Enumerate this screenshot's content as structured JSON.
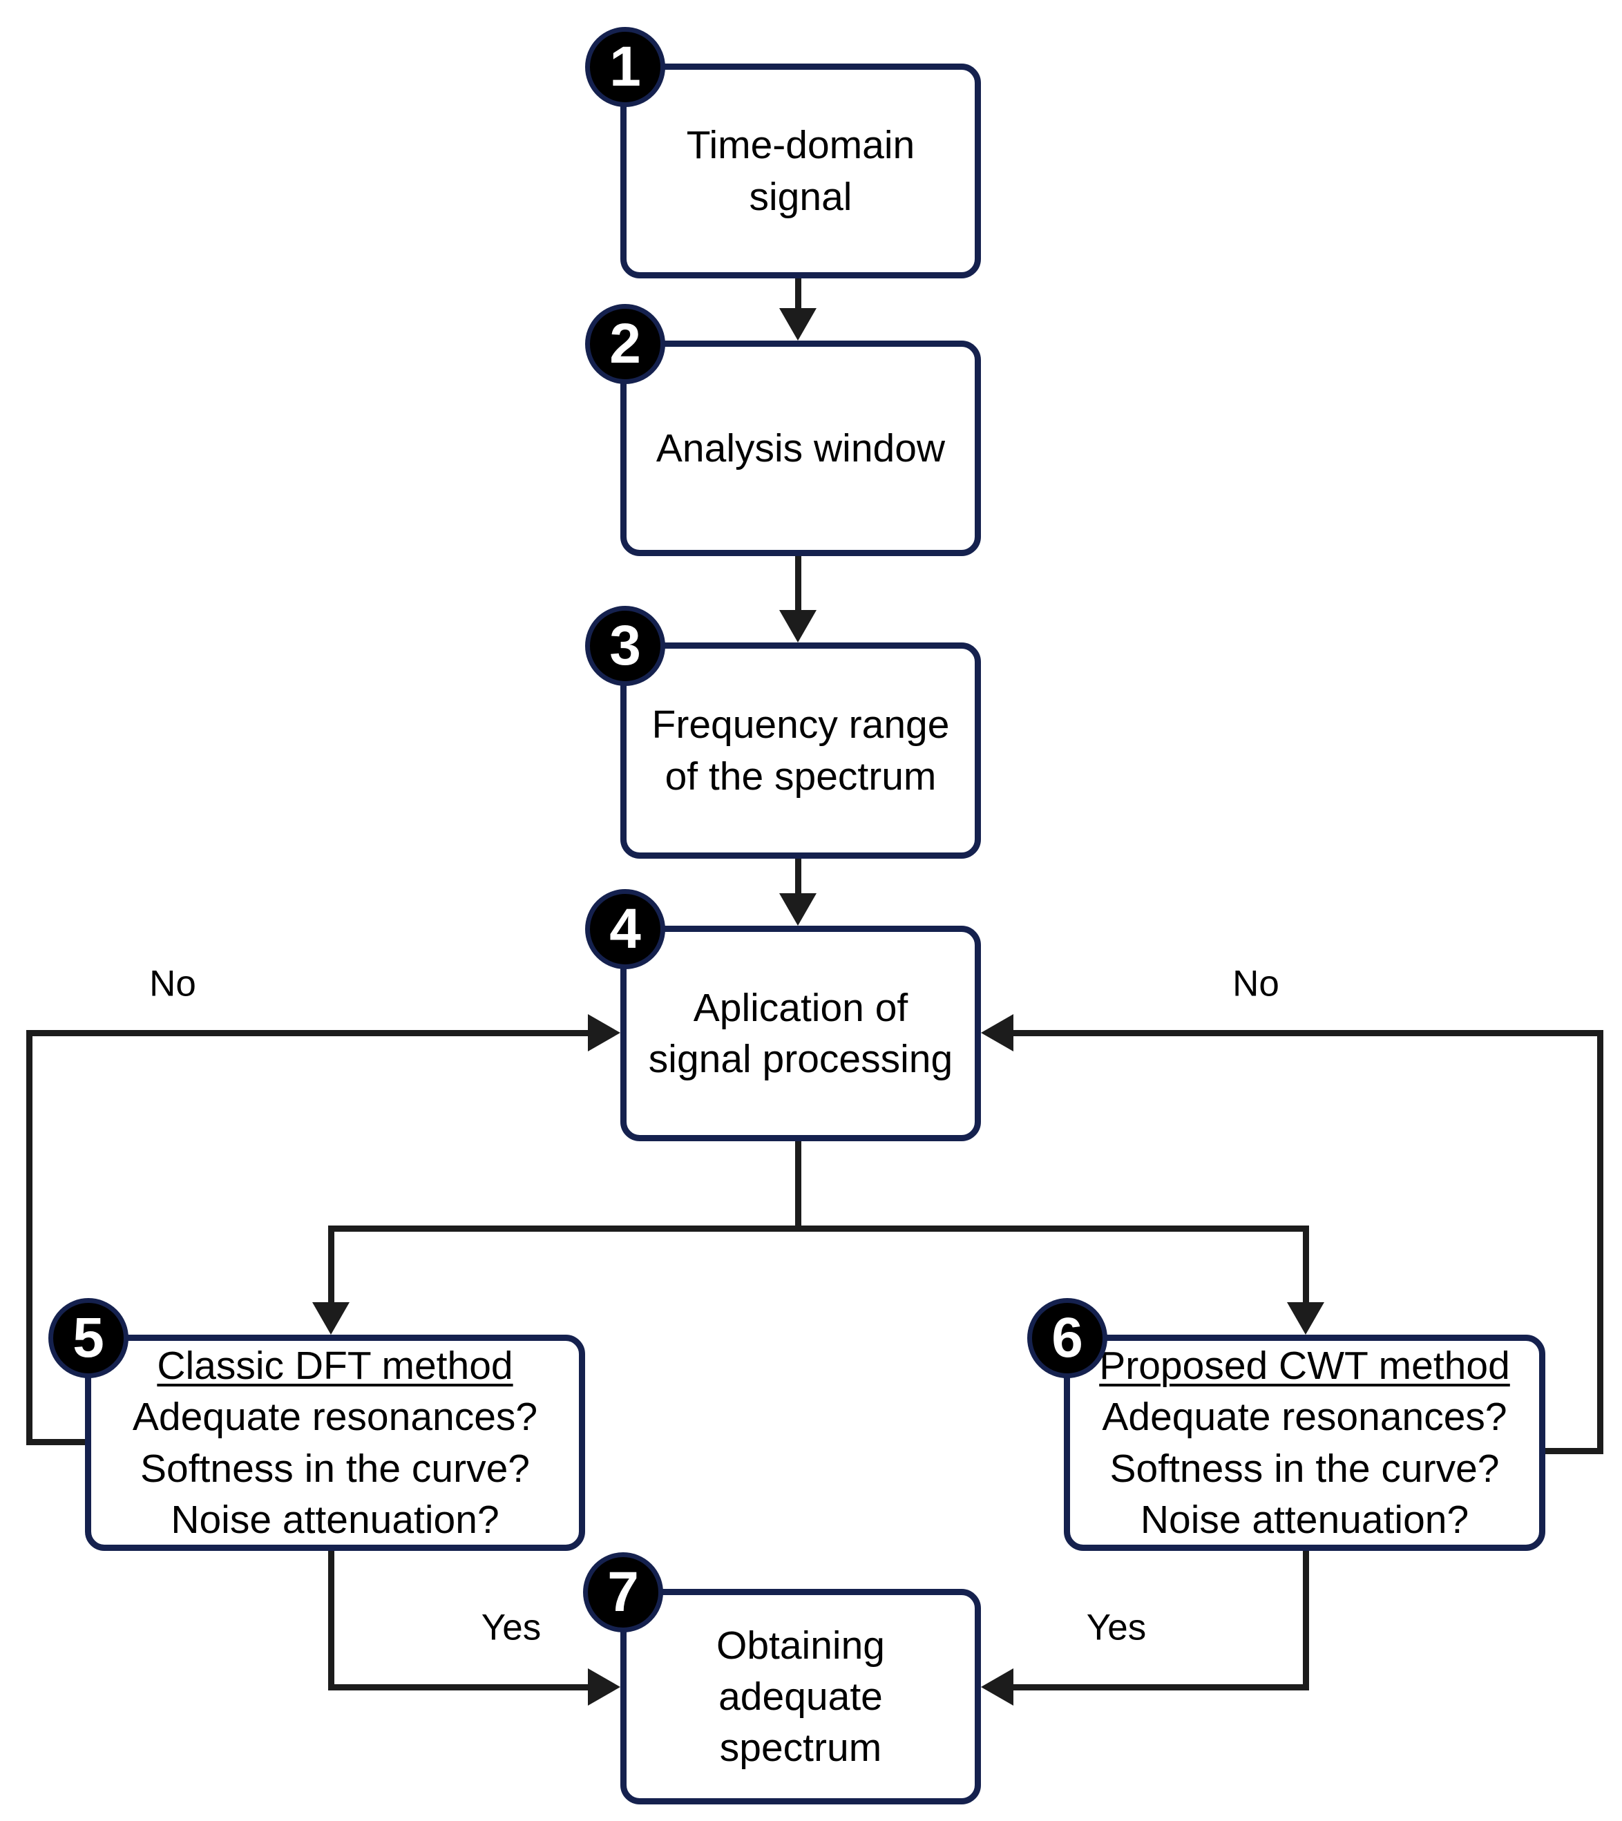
{
  "steps": [
    {
      "number": "1",
      "label_lines": [
        "Time-domain",
        "signal"
      ]
    },
    {
      "number": "2",
      "label_lines": [
        "Analysis window"
      ]
    },
    {
      "number": "3",
      "label_lines": [
        "Frequency range",
        "of the spectrum"
      ]
    },
    {
      "number": "4",
      "label_lines": [
        "Aplication of",
        "signal processing"
      ]
    },
    {
      "number": "5",
      "title": "Classic DFT method",
      "questions": [
        "Adequate resonances?",
        "Softness in the curve?",
        "Noise attenuation?"
      ]
    },
    {
      "number": "6",
      "title": "Proposed CWT method",
      "questions": [
        "Adequate resonances?",
        "Softness in the curve?",
        "Noise attenuation?"
      ]
    },
    {
      "number": "7",
      "label_lines": [
        "Obtaining",
        "adequate",
        "spectrum"
      ]
    }
  ],
  "edge_labels": {
    "no_left": "No",
    "no_right": "No",
    "yes_left": "Yes",
    "yes_right": "Yes"
  },
  "colors": {
    "box_border": "#15214e",
    "badge_fill": "#000000",
    "badge_ring": "#15214e",
    "line": "#1c1c1c",
    "text": "#000000",
    "background": "#ffffff"
  }
}
